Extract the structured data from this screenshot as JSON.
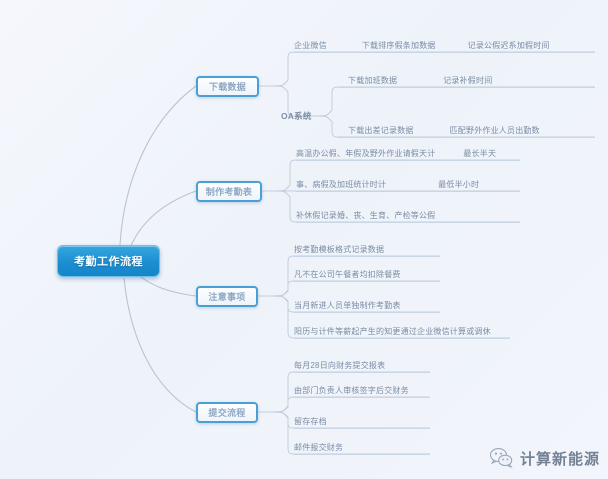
{
  "canvas": {
    "background_color": "#f2f5fb",
    "connector_color": "#b9c4d2"
  },
  "center": {
    "label": "考勤工作流程",
    "fill_color": "#1c8fd1",
    "text_color": "#ffffff"
  },
  "branches": [
    {
      "id": "download-data",
      "label": "下载数据",
      "border_color": "#4a9fd4",
      "sub_label": "OA系统",
      "leaves": [
        {
          "segments": [
            "企业微信",
            "下载排序假条加数据",
            "记录公假迟系加假时间"
          ]
        },
        {
          "segments": [
            "下载加班数据",
            "记录补假时间"
          ]
        },
        {
          "segments": [
            "下载出差记录数据",
            "匹配野外作业人员出勤数"
          ]
        }
      ]
    },
    {
      "id": "make-attendance-sheet",
      "label": "制作考勤表",
      "border_color": "#4a9fd4",
      "sub_label": "",
      "leaves": [
        {
          "segments": [
            "高温办公假、年假及野外作业请假天计",
            "最长半天"
          ]
        },
        {
          "segments": [
            "事、病假及加班统计时计",
            "最低半小时"
          ]
        },
        {
          "segments": [
            "补休假记录婚、丧、生育、产检等公假"
          ]
        }
      ]
    },
    {
      "id": "notices",
      "label": "注意事项",
      "border_color": "#4a9fd4",
      "sub_label": "",
      "leaves": [
        {
          "segments": [
            "按考勤模板格式记录数据"
          ]
        },
        {
          "segments": [
            "凡不在公司午餐者均扣除餐费"
          ]
        },
        {
          "segments": [
            "当月新进人员单独制作考勤表"
          ]
        },
        {
          "segments": [
            "阳历与计件等薪起产生的知更通过企业微信计算或调休"
          ]
        }
      ]
    },
    {
      "id": "submit-process",
      "label": "提交流程",
      "border_color": "#4a9fd4",
      "sub_label": "",
      "leaves": [
        {
          "segments": [
            "每月28日向财务提交报表"
          ]
        },
        {
          "segments": [
            "由部门负责人审核签字后交财务"
          ]
        },
        {
          "segments": [
            "留存存档"
          ]
        },
        {
          "segments": [
            "邮件报交财务"
          ]
        }
      ]
    }
  ],
  "watermark": {
    "icon": "wechat-icon",
    "text": "计算新能源"
  }
}
